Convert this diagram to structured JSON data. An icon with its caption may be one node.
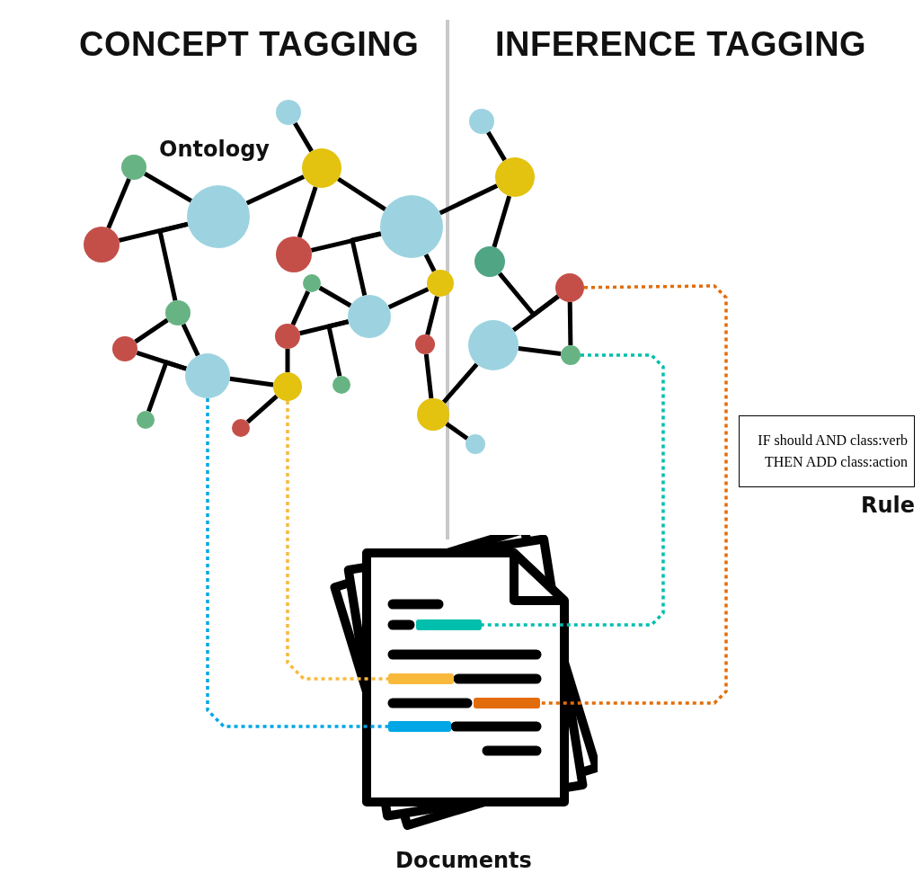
{
  "diagram": {
    "nodes": [
      {
        "text": [],
        "shape": "circle"
      },
      {
        "text": [],
        "shape": "circle"
      },
      {
        "text": [],
        "shape": "circle"
      },
      {
        "text": [],
        "shape": "circle"
      },
      {
        "text": [],
        "shape": "circle"
      },
      {
        "text": [],
        "shape": "circle"
      },
      {
        "text": [],
        "shape": "circle"
      },
      {
        "text": [],
        "shape": "circle"
      },
      {
        "text": [],
        "shape": "circle"
      },
      {
        "text": [],
        "shape": "circle"
      },
      {
        "text": [],
        "shape": "circle"
      },
      {
        "text": [],
        "shape": "circle"
      },
      {
        "text": [],
        "shape": "circle"
      },
      {
        "text": [],
        "shape": "circle"
      },
      {
        "text": [],
        "shape": "circle"
      },
      {
        "text": [],
        "shape": "circle"
      },
      {
        "text": [],
        "shape": "circle"
      },
      {
        "text": [],
        "shape": "circle"
      },
      {
        "text": [],
        "shape": "circle"
      },
      {
        "text": [],
        "shape": "circle"
      },
      {
        "text": [],
        "shape": "circle"
      },
      {
        "text": [],
        "shape": "circle"
      },
      {
        "text": [],
        "shape": "circle"
      },
      {
        "text": [],
        "shape": "circle"
      },
      {
        "text": [],
        "shape": "circle"
      },
      {
        "text": [],
        "shape": "circle"
      },
      {
        "text": [],
        "shape": "circle"
      },
      {
        "text": [
          "IF should AND class:verb THEN ADD class:action"
        ],
        "beside": [
          "Rule"
        ]
      },
      {
        "text": [],
        "shape": "picture",
        "beside": [
          "Documents"
        ]
      },
      {
        "text": [],
        "shape": "bar",
        "in": 28
      },
      {
        "text": [],
        "shape": "bar",
        "in": 28
      },
      {
        "text": [],
        "shape": "bar",
        "in": 28
      },
      {
        "text": [],
        "shape": "bar",
        "in": 28
      }
    ],
    "edges": [
      {
        "from": 0,
        "to": 2,
        "arrow": "none"
      },
      {
        "from": 1,
        "to": 3,
        "arrow": "none"
      },
      {
        "from": 1,
        "to": 4,
        "arrow": "none"
      },
      {
        "from": 3,
        "to": 2,
        "arrow": "none"
      },
      {
        "from": 4,
        "to": 3,
        "arrow": "none"
      },
      {
        "from": 9,
        "to": 3,
        "arrow": "none"
      },
      {
        "from": 2,
        "to": 6,
        "arrow": "none"
      },
      {
        "from": 2,
        "to": 5,
        "arrow": "none"
      },
      {
        "from": 6,
        "to": 5,
        "arrow": "none"
      },
      {
        "from": 10,
        "to": 5,
        "arrow": "none"
      },
      {
        "from": 5,
        "to": 8,
        "arrow": "none"
      },
      {
        "from": 5,
        "to": 22,
        "arrow": "none"
      },
      {
        "from": 7,
        "to": 10,
        "arrow": "none"
      },
      {
        "from": 7,
        "to": 12,
        "arrow": "none"
      },
      {
        "from": 8,
        "to": 10,
        "arrow": "none"
      },
      {
        "from": 12,
        "to": 10,
        "arrow": "none"
      },
      {
        "from": 16,
        "to": 10,
        "arrow": "none"
      },
      {
        "from": 8,
        "to": 13,
        "arrow": "none"
      },
      {
        "from": 13,
        "to": 19,
        "arrow": "none"
      },
      {
        "from": 9,
        "to": 11,
        "arrow": "none"
      },
      {
        "from": 9,
        "to": 14,
        "arrow": "none"
      },
      {
        "from": 11,
        "to": 14,
        "arrow": "none"
      },
      {
        "from": 17,
        "to": 14,
        "arrow": "none"
      },
      {
        "from": 14,
        "to": 15,
        "arrow": "none"
      },
      {
        "from": 12,
        "to": 15,
        "arrow": "none"
      },
      {
        "from": 15,
        "to": 18,
        "arrow": "none"
      },
      {
        "from": 19,
        "to": 20,
        "arrow": "none"
      },
      {
        "from": 19,
        "to": 25,
        "arrow": "none"
      },
      {
        "from": 21,
        "to": 22,
        "arrow": "none"
      },
      {
        "from": 22,
        "to": 23,
        "arrow": "none"
      },
      {
        "from": 23,
        "to": 24,
        "arrow": "none"
      },
      {
        "from": 25,
        "to": 24,
        "arrow": "none"
      },
      {
        "from": 25,
        "to": 26,
        "arrow": "none"
      },
      {
        "from": 24,
        "to": 26,
        "arrow": "none"
      },
      {
        "from": 14,
        "to": 32,
        "arrow": "none",
        "style": "dashed",
        "color": "#00a6e6"
      },
      {
        "from": 15,
        "to": 30,
        "arrow": "none",
        "style": "dashed",
        "color": "#f9b93b"
      },
      {
        "from": 26,
        "to": 29,
        "arrow": "none",
        "style": "dashed",
        "color": "#00bfad"
      },
      {
        "from": 24,
        "to": 31,
        "arrow": "none",
        "style": "dashed",
        "color": "#e36c0a"
      }
    ],
    "labels": [
      "CONCEPT TAGGING",
      "INFERENCE TAGGING",
      "Ontology"
    ]
  }
}
